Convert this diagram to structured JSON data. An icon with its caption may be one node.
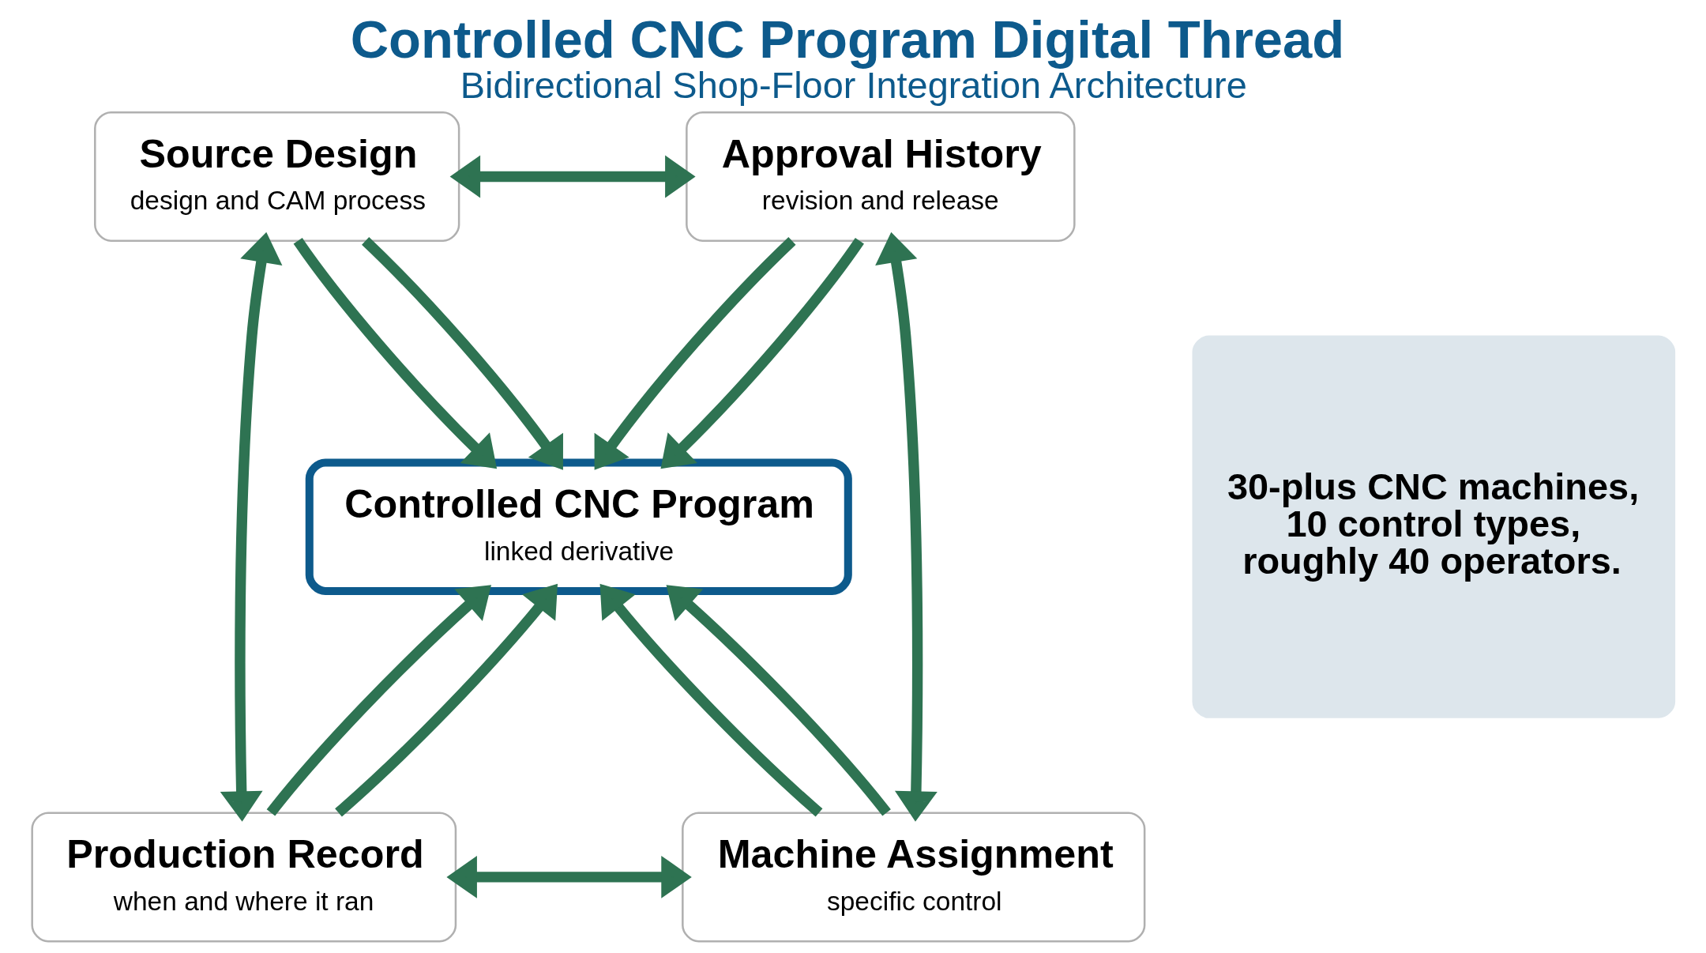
{
  "diagram": {
    "title": "Controlled CNC Program Digital Thread",
    "caption": "Bidirectional Shop-Floor Integration Architecture",
    "nodes": [
      {
        "text": [
          "Source Design",
          "design and CAM process"
        ]
      },
      {
        "text": [
          "Approval History",
          "revision and release"
        ]
      },
      {
        "text": [
          "Controlled CNC Program",
          "linked derivative"
        ]
      },
      {
        "text": [
          "Production Record",
          "when and where it ran"
        ]
      },
      {
        "text": [
          "Machine Assignment",
          "specific control"
        ]
      },
      {
        "text": [
          "30-plus CNC machines, 10 control types, roughly 40 operators."
        ]
      }
    ],
    "edges": [
      {
        "from": 0,
        "to": 1,
        "arrow": "both"
      },
      {
        "from": 0,
        "to": 2,
        "arrow": "to"
      },
      {
        "from": 1,
        "to": 2,
        "arrow": "to"
      },
      {
        "from": 0,
        "to": 3,
        "arrow": "both"
      },
      {
        "from": 3,
        "to": 2,
        "arrow": "to"
      },
      {
        "from": 1,
        "to": 4,
        "arrow": "both"
      },
      {
        "from": 4,
        "to": 2,
        "arrow": "to"
      },
      {
        "from": 3,
        "to": 4,
        "arrow": "both"
      },
      {
        "from": 3,
        "to": 2,
        "arrow": "to"
      },
      {
        "from": 4,
        "to": 2,
        "arrow": "to"
      },
      {
        "from": 0,
        "to": 2,
        "arrow": "to"
      },
      {
        "from": 1,
        "to": 2,
        "arrow": "to"
      }
    ]
  }
}
